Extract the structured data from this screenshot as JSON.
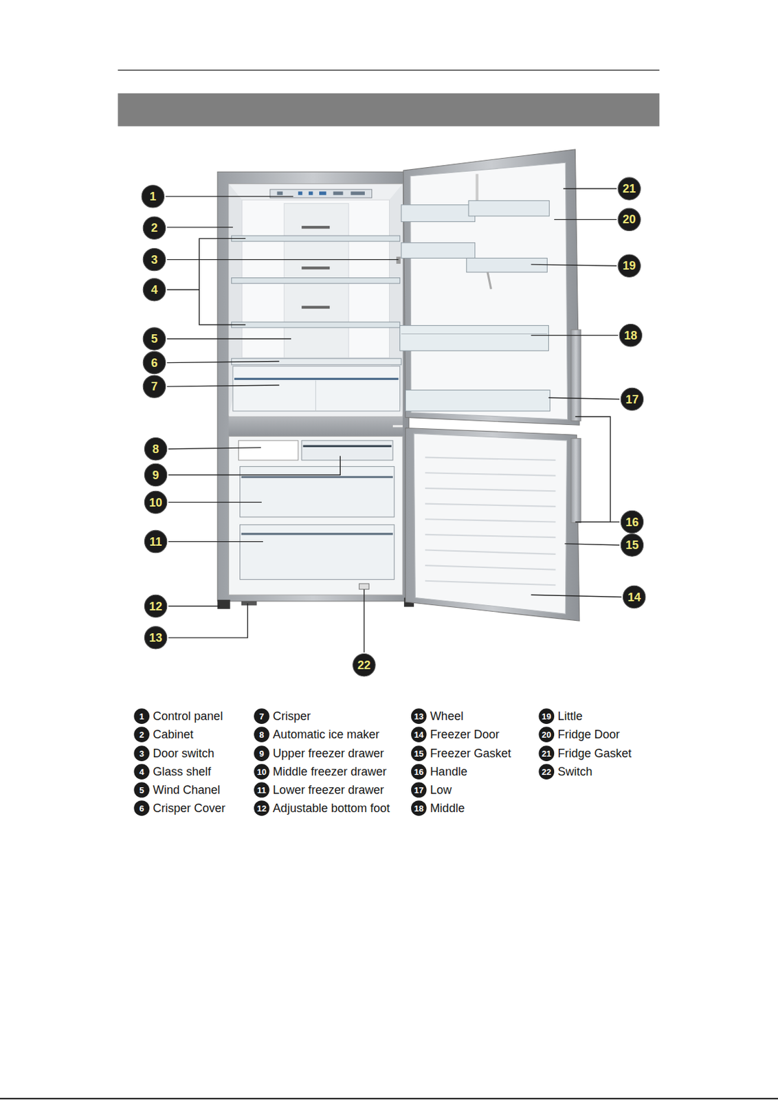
{
  "diagram": {
    "labels": [
      "1",
      "2",
      "3",
      "4",
      "5",
      "6",
      "7",
      "8",
      "9",
      "10",
      "11",
      "12",
      "13",
      "14",
      "15",
      "16",
      "17",
      "18",
      "19",
      "20",
      "21",
      "22",
      "1",
      "Control panel",
      "7",
      "Crisper",
      "13",
      "Wheel",
      "19",
      "Little",
      "2",
      "Cabinet",
      "8",
      "Automatic ice maker",
      "14",
      "Freezer Door",
      "20",
      "Fridge Door",
      "3",
      "Door switch",
      "9",
      "Upper freezer drawer",
      "15",
      "Freezer Gasket",
      "21",
      "Fridge Gasket",
      "4",
      "Glass shelf",
      "10",
      "Middle freezer drawer",
      "16",
      "Handle",
      "22",
      "Switch",
      "5",
      "Wind Chanel",
      "11",
      "Lower freezer drawer",
      "17",
      "Low",
      "6",
      "Crisper Cover",
      "12",
      "Adjustable bottom foot",
      "18",
      "Middle"
    ]
  }
}
